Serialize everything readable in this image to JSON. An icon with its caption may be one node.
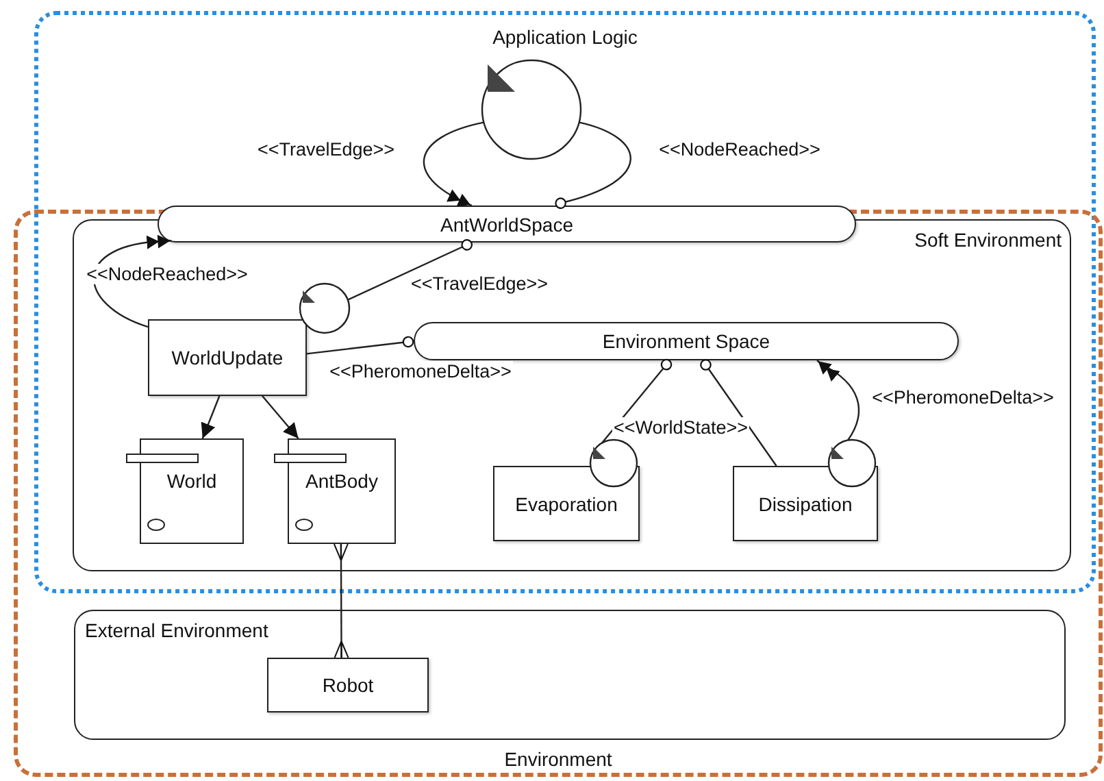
{
  "diagram": {
    "nodes": [
      {
        "text": [
          "Application Logic"
        ]
      },
      {
        "text": [],
        "shape": "circle",
        "in": 0
      },
      {
        "text": [
          "AntWorldSpace"
        ],
        "in": 0
      },
      {
        "text": [
          "Environment"
        ]
      },
      {
        "text": [
          "Soft Environment"
        ]
      },
      {
        "text": [],
        "shape": "circle",
        "in": 4
      },
      {
        "text": [
          "WorldUpdate"
        ],
        "in": 4
      },
      {
        "text": [
          "Environment Space"
        ],
        "in": 4
      },
      {
        "text": [
          "World"
        ],
        "in": 4
      },
      {
        "text": [
          "AntBody"
        ],
        "in": 4
      },
      {
        "text": [],
        "shape": "circle",
        "in": 4
      },
      {
        "text": [
          "Evaporation"
        ],
        "in": 4
      },
      {
        "text": [],
        "shape": "circle",
        "in": 4
      },
      {
        "text": [
          "Dissipation"
        ],
        "in": 4
      },
      {
        "text": [
          "External Environment"
        ],
        "in": 3
      },
      {
        "text": [
          "Robot"
        ],
        "in": 14
      }
    ],
    "edges": [
      {
        "from": 1,
        "to": 2,
        "arrow": "to",
        "label": "<<TravelEdge>>"
      },
      {
        "from": 1,
        "to": 2,
        "arrow": "other",
        "label": "<<NodeReached>>"
      },
      {
        "from": 6,
        "to": 2,
        "arrow": "to",
        "label": "<<NodeReached>>"
      },
      {
        "from": 5,
        "to": 2,
        "arrow": "other",
        "label": "<<TravelEdge>>"
      },
      {
        "from": 6,
        "to": 7,
        "arrow": "other",
        "label": "<<PheromoneDelta>>"
      },
      {
        "from": 6,
        "to": 8,
        "arrow": "to"
      },
      {
        "from": 6,
        "to": 9,
        "arrow": "to"
      },
      {
        "from": 10,
        "to": 7,
        "arrow": "other",
        "label": "<<WorldState>>"
      },
      {
        "from": 13,
        "to": 7,
        "arrow": "other"
      },
      {
        "from": 12,
        "to": 7,
        "arrow": "to",
        "label": "<<PheromoneDelta>>"
      },
      {
        "from": 9,
        "to": 15,
        "arrow": "other"
      }
    ]
  }
}
